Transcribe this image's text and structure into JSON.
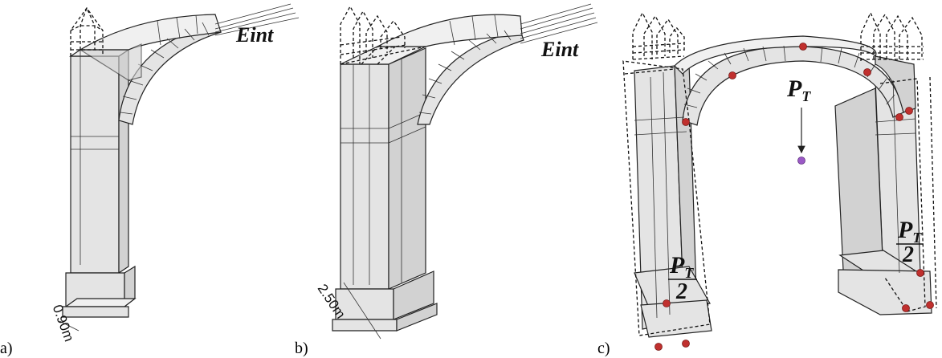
{
  "panels": [
    {
      "id": "a",
      "label": "a)",
      "load_label": "Eint",
      "dimension": "0.90m"
    },
    {
      "id": "b",
      "label": "b)",
      "load_label": "Eint",
      "dimension": "2.50m"
    },
    {
      "id": "c",
      "label": "c)",
      "load_label_main": "P",
      "load_label_sub": "T",
      "half_label_left": "P",
      "half_label_left_sub": "T",
      "half_label_left_den": "2",
      "half_label_right": "P",
      "half_label_right_sub": "T",
      "half_label_right_den": "2"
    }
  ],
  "colors": {
    "hinge": "#c0302e",
    "centroid": "#9b59c6",
    "masonry": "#e4e4e4"
  }
}
